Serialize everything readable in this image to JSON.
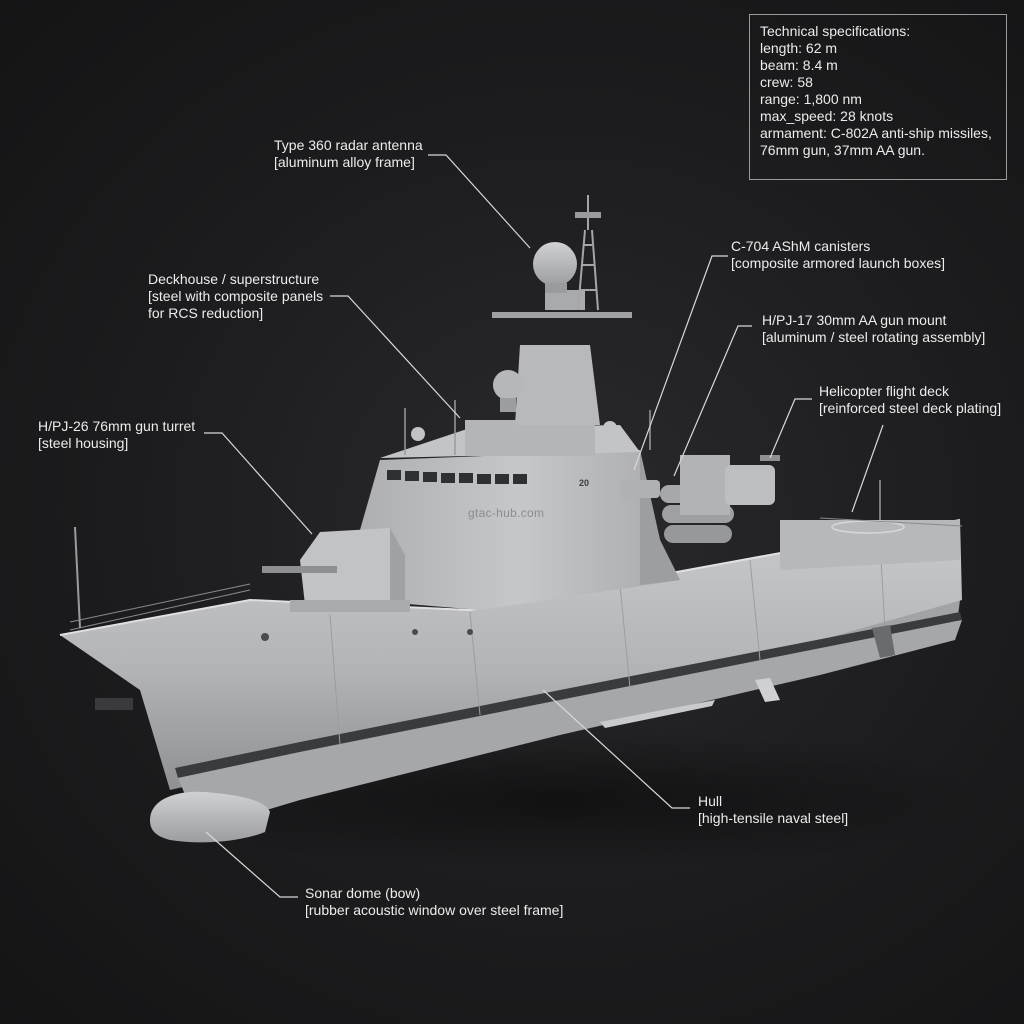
{
  "specs": {
    "heading": "Technical specifications:",
    "length": "length: 62 m",
    "beam": "beam: 8.4 m",
    "crew": "crew: 58",
    "range": "range: 1,800 nm",
    "max_speed": "max_speed: 28 knots",
    "armament": "armament: C-802A anti-ship missiles, 76mm gun, 37mm AA gun."
  },
  "callouts": {
    "radar": "Type 360 radar antenna\n[aluminum alloy frame]",
    "deckhouse": "Deckhouse / superstructure\n[steel with composite panels\nfor RCS reduction]",
    "gun_turret": "H/PJ-26 76mm gun turret\n[steel housing]",
    "canisters": "C-704 AShM canisters\n[composite armored launch boxes]",
    "aa_gun": "H/PJ-17 30mm AA gun mount\n[aluminum / steel rotating assembly]",
    "flight_deck": "Helicopter flight deck\n[reinforced steel deck plating]",
    "hull": "Hull\n[high-tensile naval steel]",
    "sonar": "Sonar dome (bow)\n[rubber acoustic window over steel frame]"
  },
  "watermark": "gtac-hub.com",
  "hull_number": "20",
  "colors": {
    "background": "#1c1c1e",
    "hull": "#b9babc",
    "leader_line": "#d8d8d8",
    "spec_border": "#9a9a9a"
  }
}
